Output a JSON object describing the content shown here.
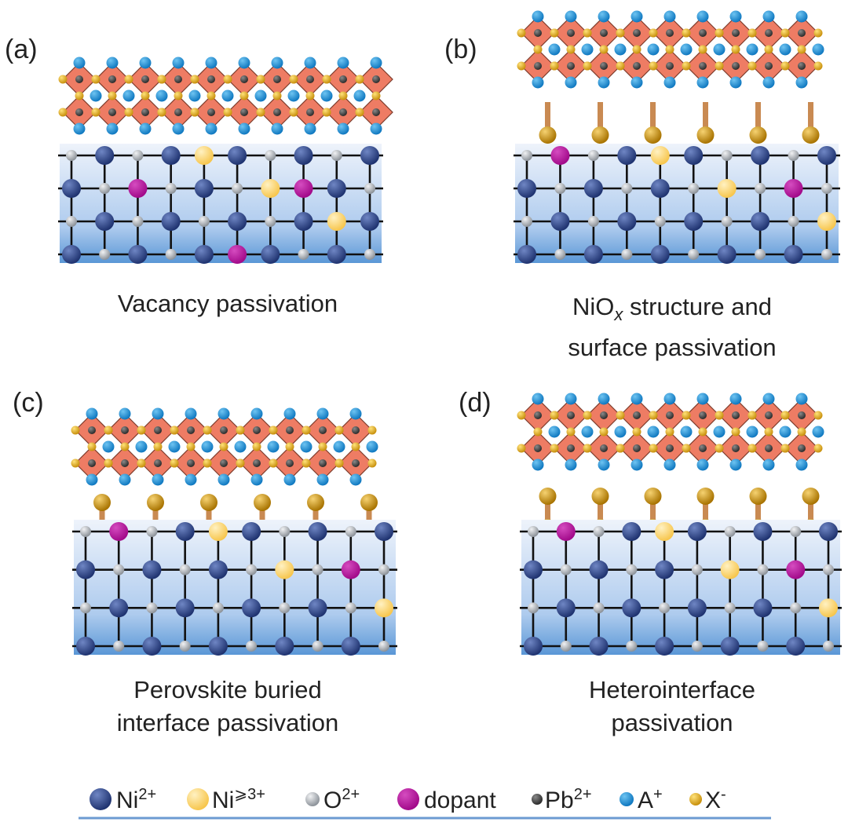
{
  "panels": [
    {
      "id": "a",
      "label": "(a)",
      "caption_lines": [
        "Vacancy passivation"
      ]
    },
    {
      "id": "b",
      "label": "(b)",
      "caption_parts": [
        "NiO",
        "x",
        " structure and"
      ],
      "caption_line2": "surface passivation"
    },
    {
      "id": "c",
      "label": "(c)",
      "caption_lines": [
        "Perovskite buried",
        "interface passivation"
      ]
    },
    {
      "id": "d",
      "label": "(d)",
      "caption_lines": [
        "Heterointerface",
        "passivation"
      ]
    }
  ],
  "legend": [
    {
      "key": "ni2",
      "text": "Ni",
      "sup": "2+",
      "color": "#2e4483"
    },
    {
      "key": "ni3",
      "text": "Ni",
      "sup": "⩾3+",
      "color": "#fbd46a"
    },
    {
      "key": "o2",
      "text": "O",
      "sup": "2+",
      "color": "#b7bcc2"
    },
    {
      "key": "dopant",
      "text": "dopant",
      "sup": "",
      "color": "#b3139b"
    },
    {
      "key": "pb",
      "text": "Pb",
      "sup": "2+",
      "color": "#4a4a4a"
    },
    {
      "key": "a",
      "text": "A",
      "sup": "+",
      "color": "#1e90d6"
    },
    {
      "key": "x",
      "text": "X",
      "sup": "-",
      "color": "#e0b01a"
    }
  ],
  "colors": {
    "octahedron": "#ee7c64",
    "linker": "#c98a52",
    "anchor": "#c8950f",
    "oxide_top": "#eef3fb",
    "oxide_bottom": "#5a97d6",
    "legend_line": "#6c9bd2"
  }
}
